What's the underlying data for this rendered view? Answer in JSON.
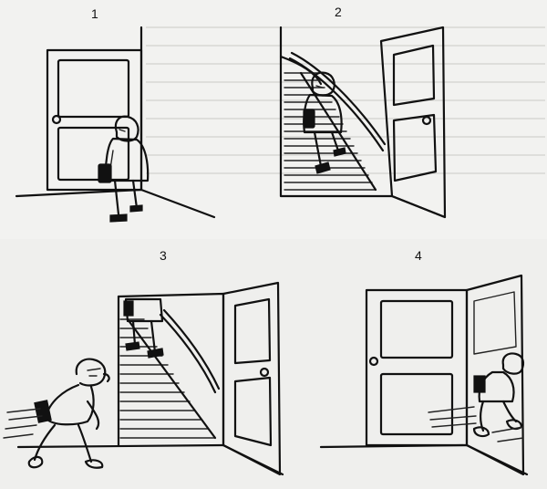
{
  "comic": {
    "panels": [
      {
        "number": "1",
        "scene": "man-approaches-door"
      },
      {
        "number": "2",
        "scene": "man-climbs-stairs"
      },
      {
        "number": "3",
        "scene": "man-runs-past-door"
      },
      {
        "number": "4",
        "scene": "man-climbs-behind-door"
      }
    ]
  },
  "colors": {
    "ink": "#111111",
    "paper": "#ffffff",
    "strip_background": "#f0f0ee"
  }
}
